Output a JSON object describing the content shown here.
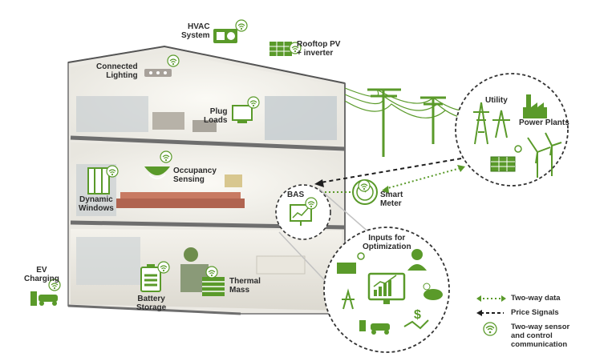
{
  "labels": {
    "hvac": [
      "HVAC",
      "System"
    ],
    "rooftop_pv": [
      "Rooftop PV",
      "+ inverter"
    ],
    "connected_lighting": [
      "Connected",
      "Lighting"
    ],
    "plug_loads": [
      "Plug",
      "Loads"
    ],
    "occupancy_sensing": [
      "Occupancy",
      "Sensing"
    ],
    "dynamic_windows": [
      "Dynamic",
      "Windows"
    ],
    "bas": "BAS",
    "smart_meter": [
      "Smart",
      "Meter"
    ],
    "utility": "Utility",
    "power_plants": "Power Plants",
    "ev_charging": [
      "EV",
      "Charging"
    ],
    "battery_storage": [
      "Battery",
      "Storage"
    ],
    "thermal_mass": [
      "Thermal",
      "Mass"
    ],
    "inputs_for_optimization": [
      "Inputs for",
      "Optimization"
    ]
  },
  "legend": {
    "two_way_data": "Two-way data",
    "price_signals": "Price Signals",
    "sensor_comm": [
      "Two-way sensor",
      "and control",
      "communication"
    ]
  },
  "colors": {
    "accent_green": "#5a9a2a",
    "dashed_black": "#1e1e1e",
    "building_frame": "#6e6e6e",
    "background": "#ffffff"
  }
}
